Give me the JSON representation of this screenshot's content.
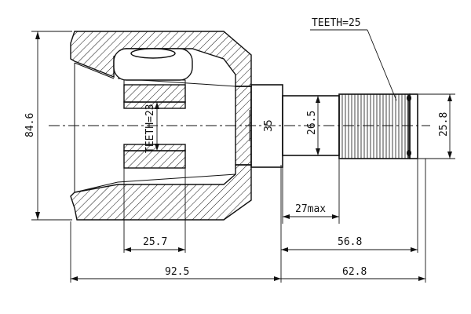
{
  "labels": {
    "shaft_teeth": "TEETH=25",
    "inner_teeth": "TEETH=23",
    "overall_dia": "84.6",
    "bore_dia": "35",
    "seal_dia": "26.5",
    "spline_dia": "25.8",
    "stem_length": "27max",
    "inner_depth": "25.7",
    "shaft_length": "56.8",
    "housing_length": "92.5",
    "total_shaft": "62.8"
  }
}
